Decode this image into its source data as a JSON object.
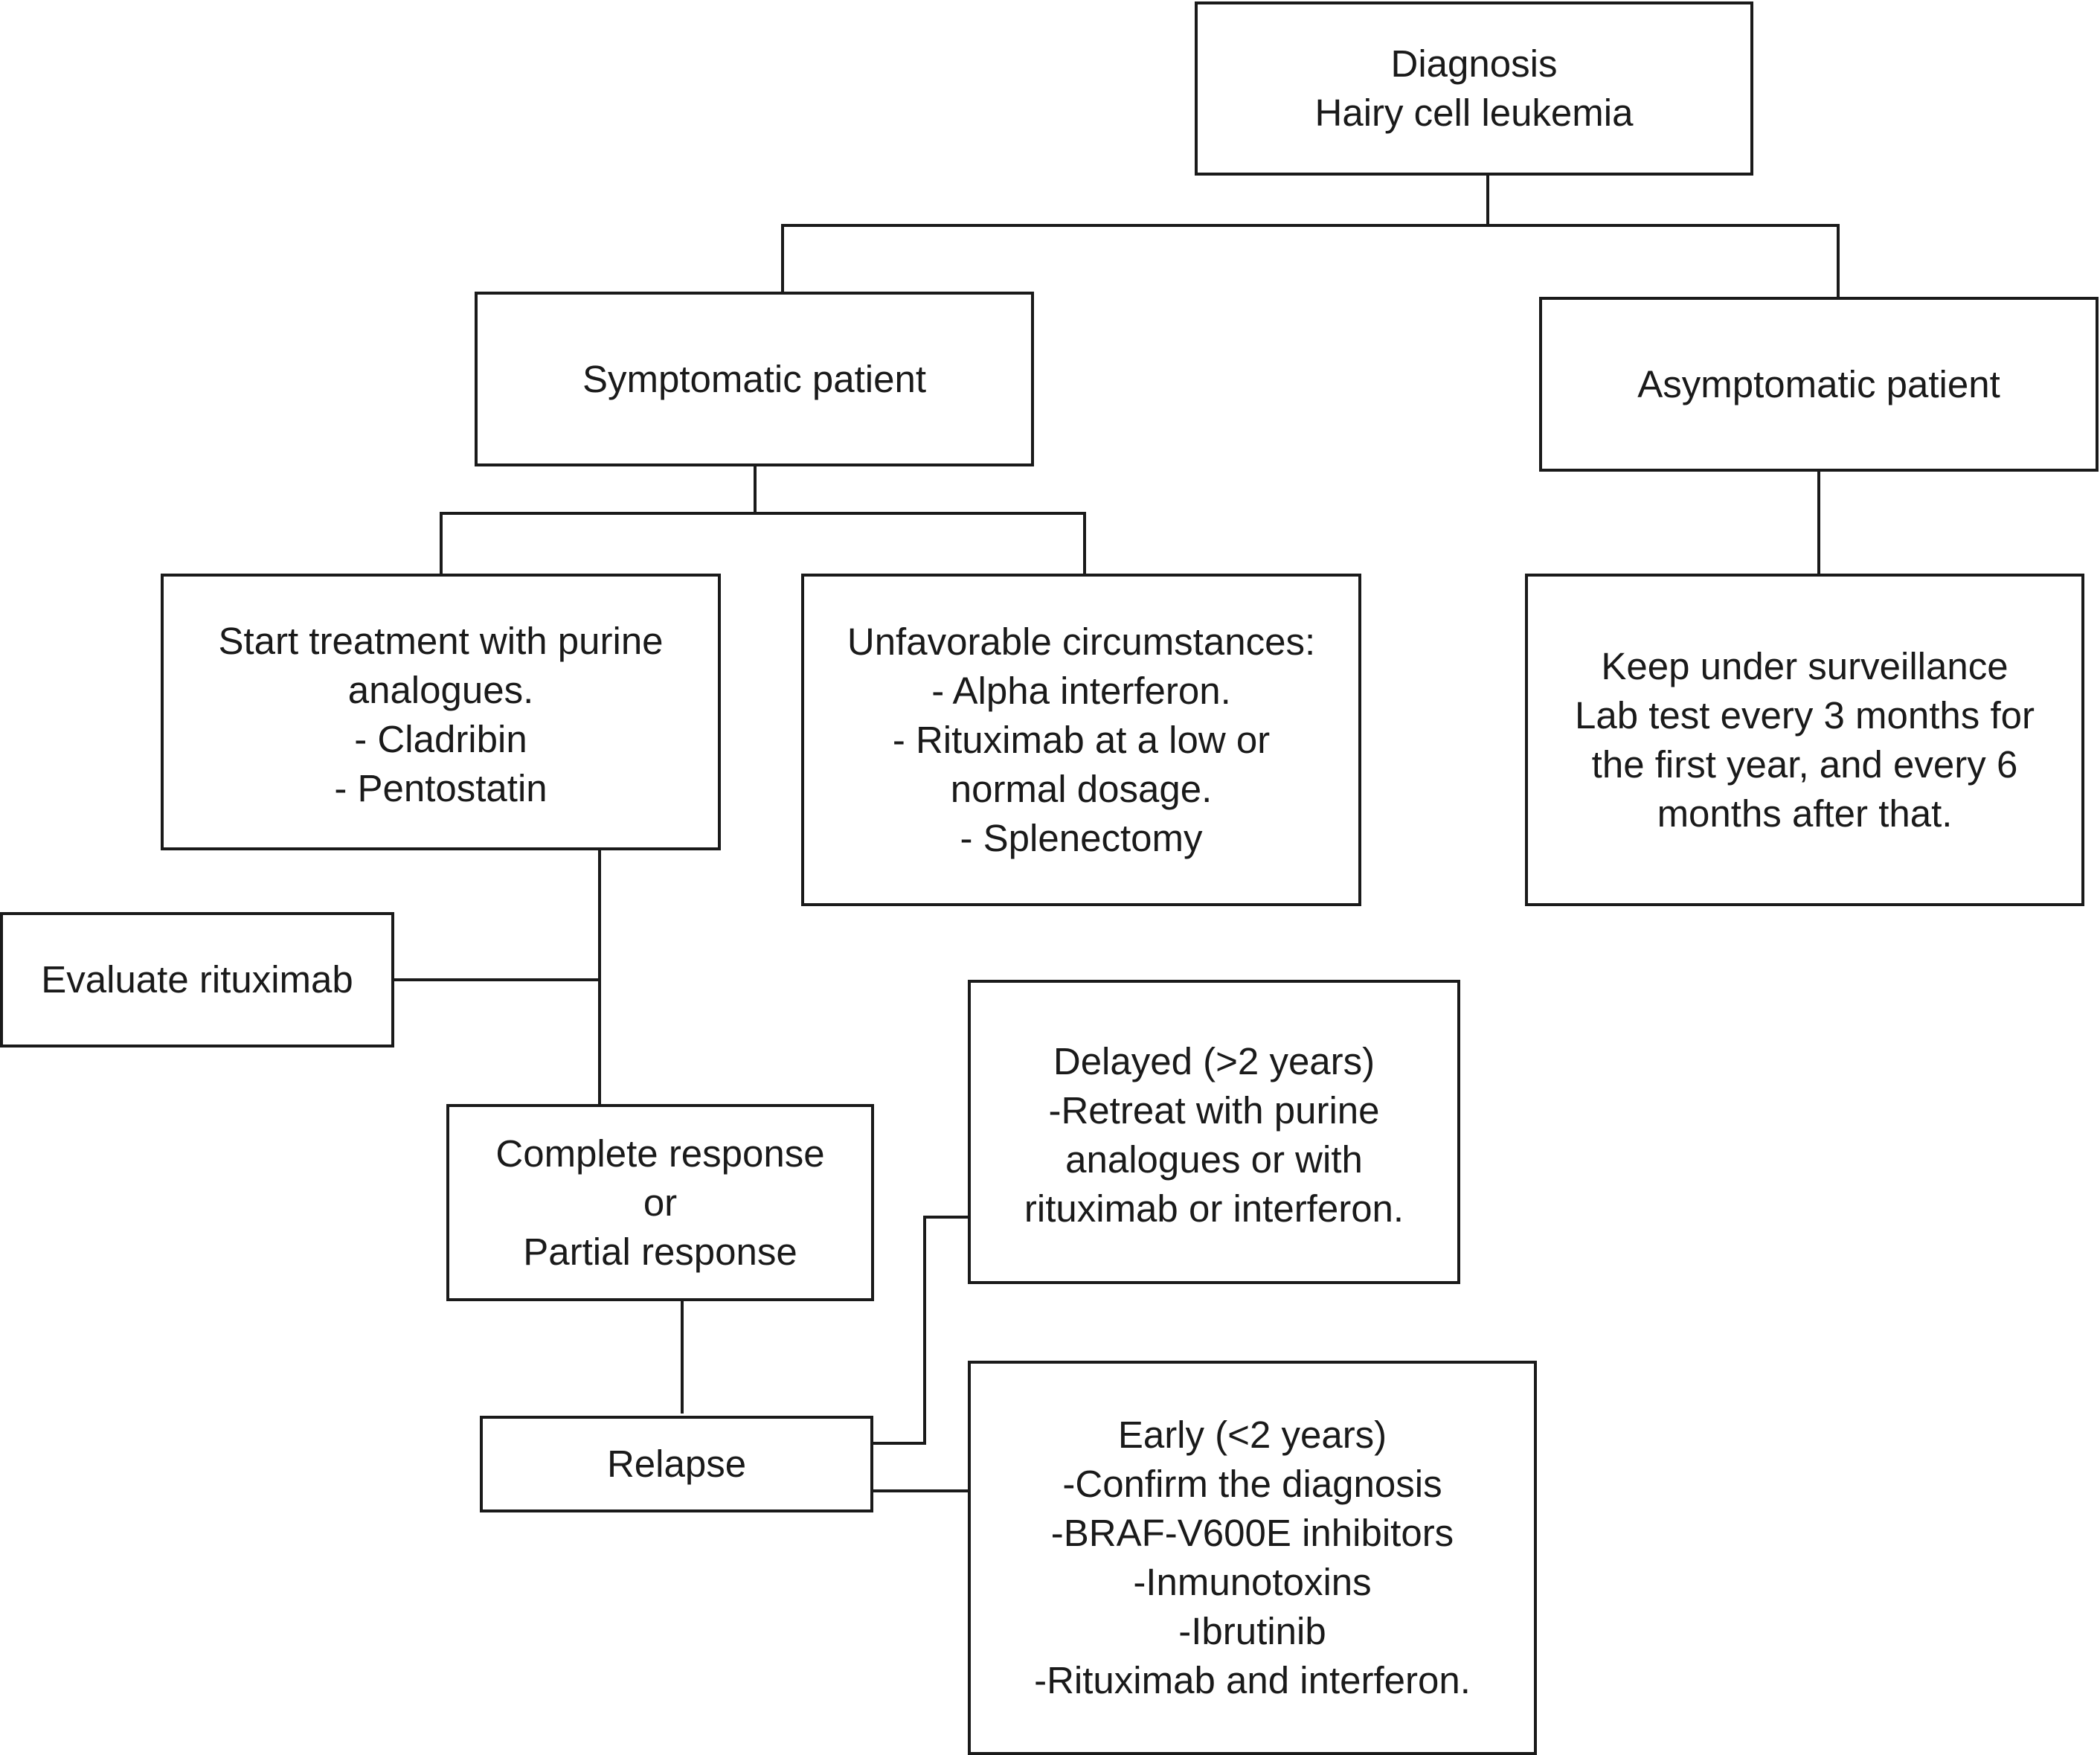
{
  "diagram": {
    "diagnosis": [
      "Diagnosis",
      "Hairy cell leukemia"
    ],
    "symptomatic": [
      "Symptomatic patient"
    ],
    "asymptomatic": [
      "Asymptomatic patient"
    ],
    "start_treatment": [
      "Start treatment with purine",
      "analogues.",
      "- Cladribin",
      "- Pentostatin"
    ],
    "unfavorable": [
      "Unfavorable circumstances:",
      "- Alpha interferon.",
      "- Rituximab at a low or",
      "normal dosage.",
      "- Splenectomy"
    ],
    "surveillance": [
      "Keep under surveillance",
      "Lab test every 3 months for",
      "the first year, and every 6",
      "months after that."
    ],
    "evaluate_rituximab": [
      "Evaluate rituximab"
    ],
    "response": [
      "Complete response",
      "or",
      "Partial response"
    ],
    "relapse": [
      "Relapse"
    ],
    "delayed": [
      "Delayed (>2 years)",
      "-Retreat with purine",
      "analogues or with",
      "rituximab or interferon."
    ],
    "early": [
      "Early (<2 years)",
      "-Confirm the diagnosis",
      "-BRAF-V600E inhibitors",
      "-Inmunotoxins",
      "-Ibrutinib",
      "-Rituximab and interferon."
    ]
  }
}
